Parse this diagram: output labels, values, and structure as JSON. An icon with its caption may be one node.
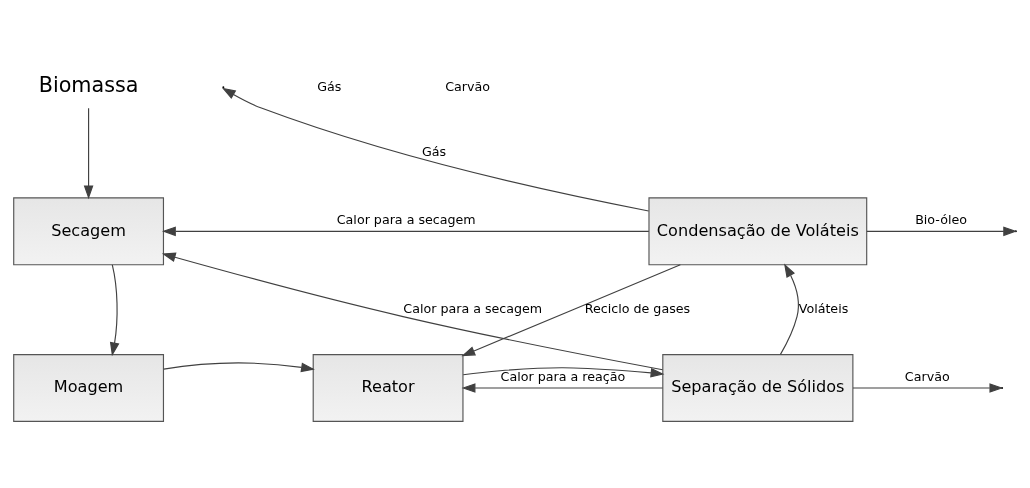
{
  "diagram": {
    "nodes": [
      {
        "text": [
          "Biomassa"
        ]
      },
      {
        "text": [
          "Secagem"
        ]
      },
      {
        "text": [
          "Condensação de Voláteis"
        ]
      },
      {
        "text": [
          "Moagem"
        ]
      },
      {
        "text": [
          "Reator"
        ]
      },
      {
        "text": [
          "Separação de Sólidos"
        ]
      }
    ],
    "edges": [
      {
        "from": 0,
        "to": 1,
        "arrow": "to"
      },
      {
        "from": 1,
        "to": 3,
        "arrow": "to"
      },
      {
        "from": 3,
        "to": 4,
        "arrow": "to"
      },
      {
        "from": 4,
        "to": 5,
        "arrow": "to"
      },
      {
        "from": 5,
        "to": 2,
        "arrow": "to",
        "label": "Voláteis"
      },
      {
        "from": 2,
        "to": null,
        "arrow": "to",
        "label": "Gás"
      },
      {
        "from": 2,
        "to": null,
        "arrow": "to",
        "label": "Bio-óleo"
      },
      {
        "from": 2,
        "to": 1,
        "arrow": "to",
        "label": "Calor para a secagem"
      },
      {
        "from": 2,
        "to": 4,
        "arrow": "to",
        "label": "Reciclo de gases"
      },
      {
        "from": 5,
        "to": null,
        "arrow": "to",
        "label": "Carvão"
      },
      {
        "from": 5,
        "to": 4,
        "arrow": "to",
        "label": "Calor para a reação"
      },
      {
        "from": 5,
        "to": 1,
        "arrow": "to",
        "label": "Calor para a secagem"
      }
    ],
    "labels": [
      "Gás",
      "Carvão"
    ]
  }
}
